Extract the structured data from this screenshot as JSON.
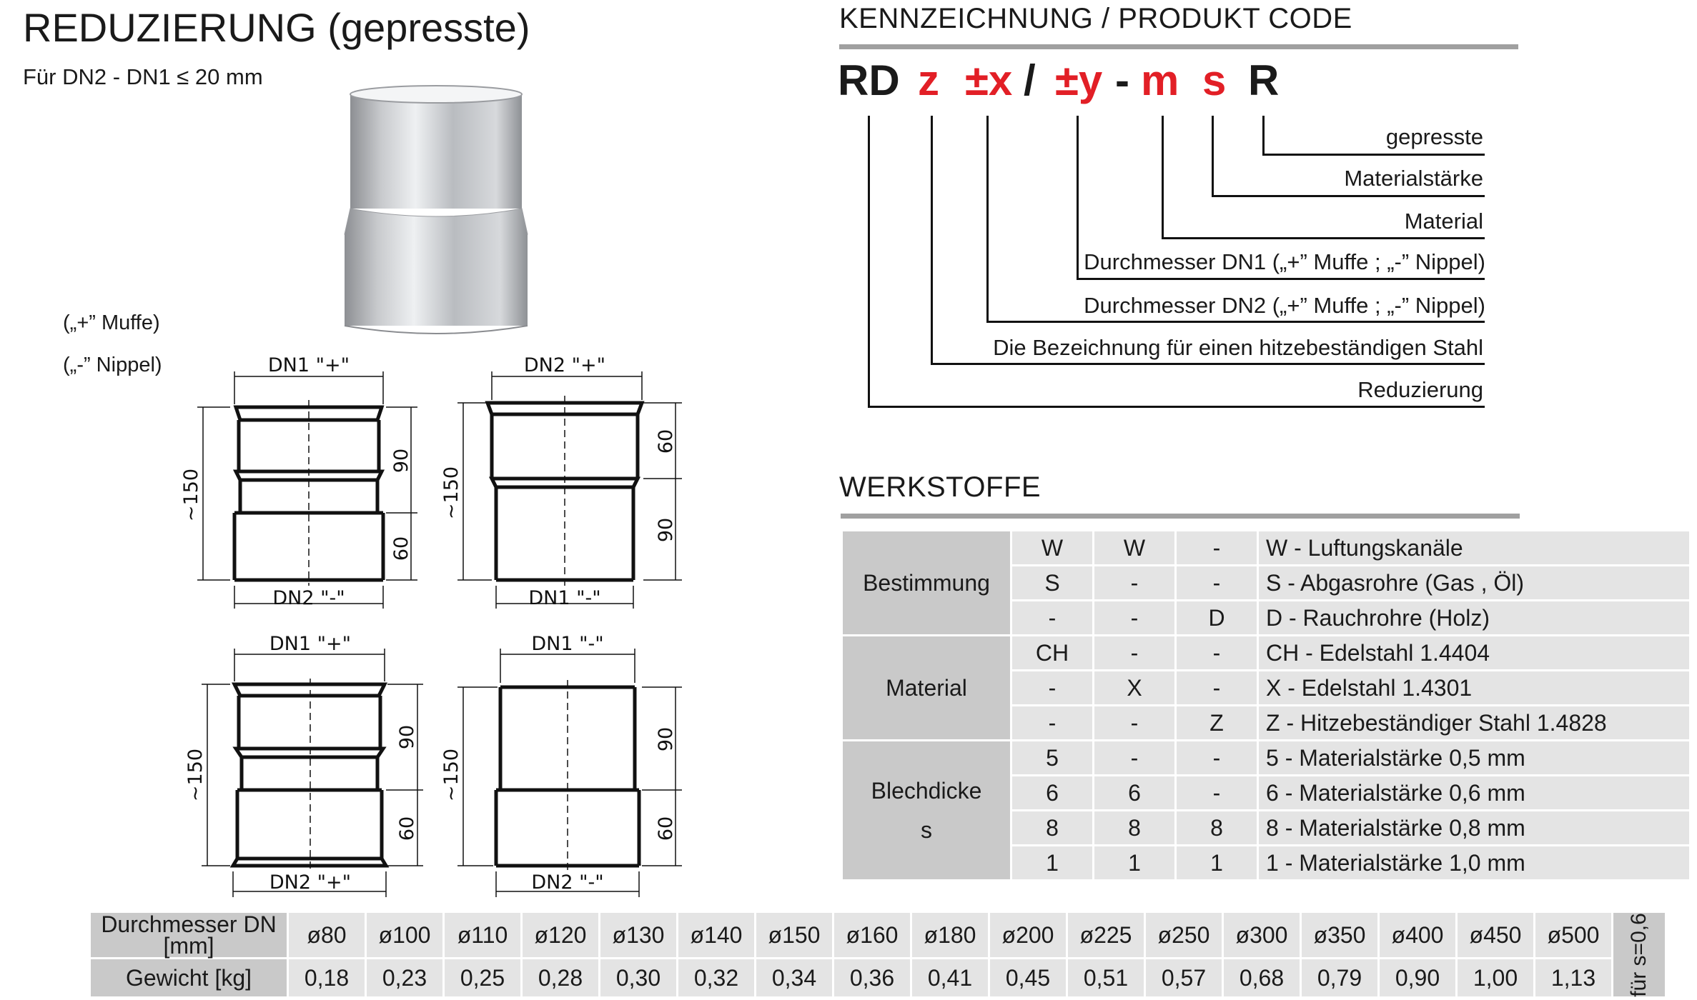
{
  "header": {
    "title": "REDUZIERUNG  (gepresste)",
    "subtitle": "Für  DN2 - DN1 ≤ 20 mm"
  },
  "legend": {
    "plus": "(„+” Muffe)",
    "minus": "(„-” Nippel)"
  },
  "product_code": {
    "heading": "KENNZEICHNUNG /  PRODUKT CODE",
    "parts": [
      {
        "text": "RD",
        "color": "#111111"
      },
      {
        "text": "z",
        "color": "#e21f26"
      },
      {
        "text": "±x",
        "color": "#e21f26"
      },
      {
        "text": "/",
        "color": "#111111"
      },
      {
        "text": "±y",
        "color": "#e21f26"
      },
      {
        "text": "-",
        "color": "#111111"
      },
      {
        "text": "m",
        "color": "#e21f26"
      },
      {
        "text": "s",
        "color": "#e21f26"
      },
      {
        "text": "R",
        "color": "#111111"
      }
    ],
    "labels": [
      "gepresste",
      "Materialstärke",
      "Material",
      "Durchmesser DN1 („+” Muffe ; „-” Nippel)",
      "Durchmesser DN2 („+” Muffe ; „-” Nippel)",
      "Die Bezeichnung für einen hitzebeständigen Stahl",
      "Reduzierung"
    ]
  },
  "werkstoffe": {
    "heading": "WERKSTOFFE",
    "groups": [
      {
        "name": "Bestimmung",
        "rows": [
          {
            "c1": "W",
            "c2": "W",
            "c3": "-",
            "desc": "W - Luftungskanäle"
          },
          {
            "c1": "S",
            "c2": "-",
            "c3": "-",
            "desc": "S - Abgasrohre (Gas , Öl)"
          },
          {
            "c1": "-",
            "c2": "-",
            "c3": "D",
            "desc": "D - Rauchrohre (Holz)"
          }
        ]
      },
      {
        "name": "Material",
        "rows": [
          {
            "c1": "CH",
            "c2": "-",
            "c3": "-",
            "desc": "CH - Edelstahl 1.4404"
          },
          {
            "c1": "-",
            "c2": "X",
            "c3": "-",
            "desc": "X - Edelstahl 1.4301"
          },
          {
            "c1": "-",
            "c2": "-",
            "c3": "Z",
            "desc": "Z - Hitzebeständiger Stahl 1.4828"
          }
        ]
      },
      {
        "name": "Blechdicke",
        "name2": "s",
        "rows": [
          {
            "c1": "5",
            "c2": "-",
            "c3": "-",
            "desc": "5 - Materialstärke 0,5 mm"
          },
          {
            "c1": "6",
            "c2": "6",
            "c3": "-",
            "desc": "6 - Materialstärke 0,6 mm"
          },
          {
            "c1": "8",
            "c2": "8",
            "c3": "8",
            "desc": "8 - Materialstärke 0,8 mm"
          },
          {
            "c1": "1",
            "c2": "1",
            "c3": "1",
            "desc": "1 - Materialstärke 1,0 mm"
          }
        ]
      }
    ]
  },
  "drawings": {
    "d1": {
      "top": "DN1 \"+\"",
      "bottom": "DN2 \"-\"",
      "h": "~150",
      "a": "90",
      "b": "60"
    },
    "d2": {
      "top": "DN2 \"+\"",
      "bottom": "DN1 \"-\"",
      "h": "~150",
      "a": "60",
      "b": "90"
    },
    "d3": {
      "top": "DN1 \"+\"",
      "bottom": "DN2 \"+\"",
      "h": "~150",
      "a": "90",
      "b": "60"
    },
    "d4": {
      "top": "DN1 \"-\"",
      "bottom": "DN2 \"-\"",
      "h": "~150",
      "a": "90",
      "b": "60"
    }
  },
  "weights": {
    "row1_label": "Durchmesser DN [mm]",
    "row2_label": "Gewicht [kg]",
    "diameters": [
      "ø80",
      "ø100",
      "ø110",
      "ø120",
      "ø130",
      "ø140",
      "ø150",
      "ø160",
      "ø180",
      "ø200",
      "ø225",
      "ø250",
      "ø300",
      "ø350",
      "ø400",
      "ø450",
      "ø500"
    ],
    "values": [
      "0,18",
      "0,23",
      "0,25",
      "0,28",
      "0,30",
      "0,32",
      "0,34",
      "0,36",
      "0,41",
      "0,45",
      "0,51",
      "0,57",
      "0,68",
      "0,79",
      "0,90",
      "1,00",
      "1,13"
    ],
    "note": "für s=0,6"
  },
  "colors": {
    "accent_red": "#e21f26",
    "rule_gray": "#a0a0a0",
    "cell_dark": "#c9c9c9",
    "cell_light": "#e4e4e4"
  }
}
